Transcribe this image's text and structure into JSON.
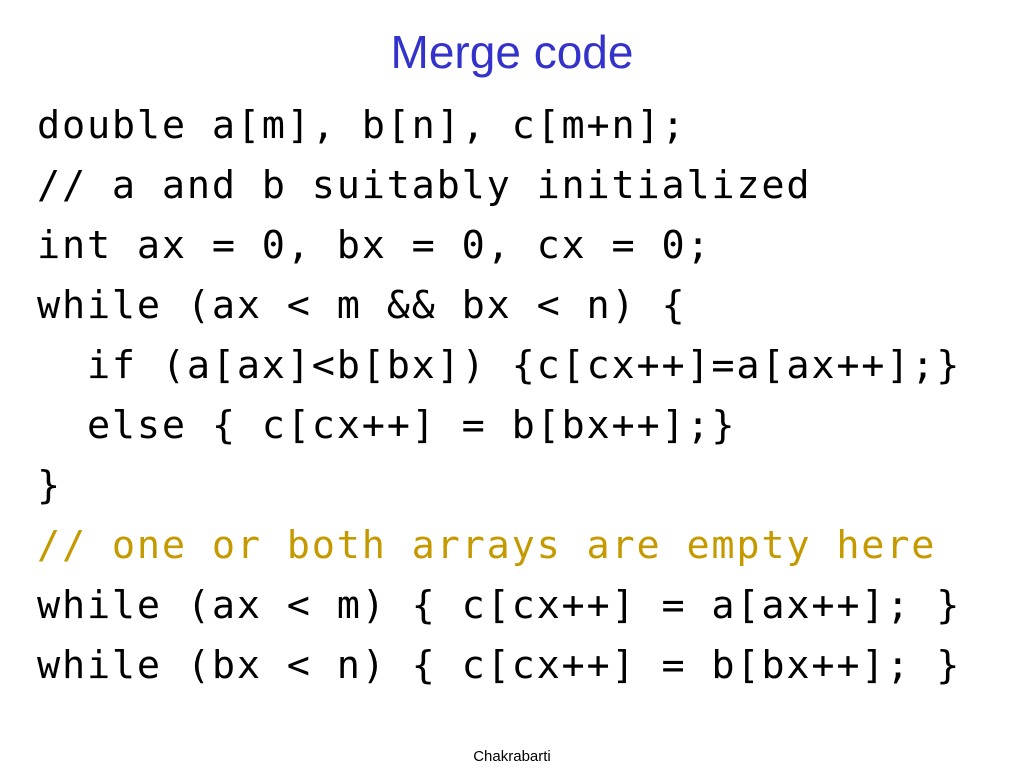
{
  "slide": {
    "title": "Merge code",
    "footer": "Chakrabarti",
    "comment_color": "#c49a00",
    "title_color": "#3333cc"
  },
  "code_lines": [
    "double a[m], b[n], c[m+n];",
    "// a and b suitably initialized",
    "int ax = 0, bx = 0, cx = 0;",
    "while (ax < m && bx < n) {",
    "  if (a[ax]<b[bx]) {c[cx++]=a[ax++];}",
    "  else { c[cx++] = b[bx++];}",
    "}",
    "// one or both arrays are empty here",
    "while (ax < m) { c[cx++] = a[ax++]; }",
    "while (bx < n) { c[cx++] = b[bx++]; }"
  ]
}
